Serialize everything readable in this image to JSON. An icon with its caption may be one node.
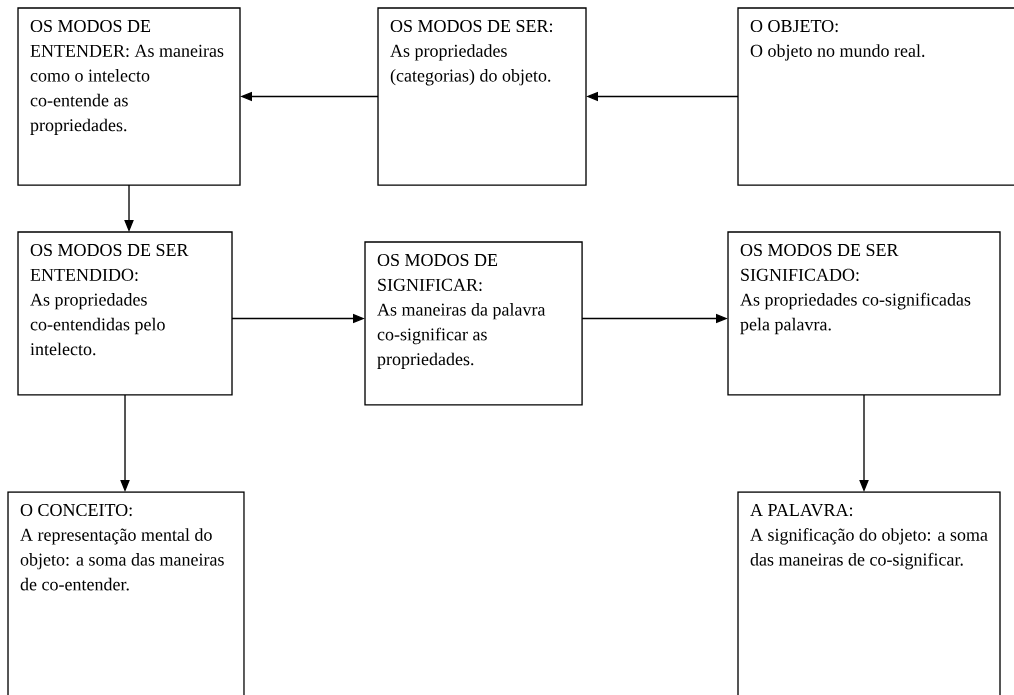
{
  "diagram": {
    "nodes": [
      {
        "text": [
          "OS MODOS DE ENTENDER: As maneiras como o intelecto co-entende as propriedades."
        ]
      },
      {
        "text": [
          "OS MODOS DE SER:",
          "As propriedades (categorias) do objeto."
        ]
      },
      {
        "text": [
          "O OBJETO:",
          "O objeto no mundo real."
        ]
      },
      {
        "text": [
          "OS MODOS DE SER ENTENDIDO:",
          "As propriedades co-entendidas pelo intelecto."
        ]
      },
      {
        "text": [
          "OS MODOS DE SIGNIFICAR:",
          "As maneiras da palavra co-significar as propriedades."
        ]
      },
      {
        "text": [
          "OS MODOS DE SER SIGNIFICADO:",
          "As propriedades co-significadas pela palavra."
        ]
      },
      {
        "text": [
          "O CONCEITO:",
          "A representação mental do objeto: a soma das maneiras de co-entender."
        ]
      },
      {
        "text": [
          "A PALAVRA:",
          "A significação do objeto: a soma das maneiras de co-significar."
        ]
      }
    ],
    "edges": [
      {
        "from": 2,
        "to": 1,
        "arrow": "to"
      },
      {
        "from": 1,
        "to": 0,
        "arrow": "to"
      },
      {
        "from": 0,
        "to": 3,
        "arrow": "to"
      },
      {
        "from": 3,
        "to": 4,
        "arrow": "to"
      },
      {
        "from": 4,
        "to": 5,
        "arrow": "to"
      },
      {
        "from": 3,
        "to": 6,
        "arrow": "to"
      },
      {
        "from": 5,
        "to": 7,
        "arrow": "to"
      }
    ]
  }
}
